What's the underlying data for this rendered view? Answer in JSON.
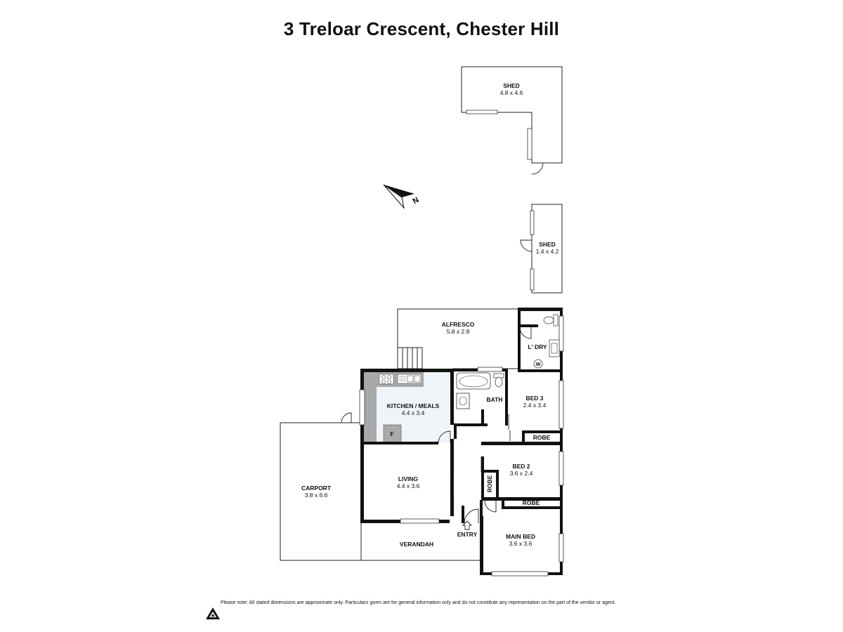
{
  "title": "3 Treloar Crescent, Chester Hill",
  "rooms": {
    "shed_large": {
      "name": "SHED",
      "dims": "4.8 x 4.6"
    },
    "shed_small": {
      "name": "SHED",
      "dims": "1.4 x 4.2"
    },
    "alfresco": {
      "name": "ALFRESCO",
      "dims": "5.8 x 2.8"
    },
    "laundry": {
      "name": "L' DRY"
    },
    "kitchen": {
      "name": "KITCHEN / MEALS",
      "dims": "4.4 x 3.4"
    },
    "bath": {
      "name": "BATH"
    },
    "bed3": {
      "name": "BED 3",
      "dims": "2.4 x 3.4"
    },
    "robe_bed3": {
      "name": "ROBE"
    },
    "living": {
      "name": "LIVING",
      "dims": "4.4 x 3.6"
    },
    "bed2": {
      "name": "BED 2",
      "dims": "3.6 x 2.4"
    },
    "robe_bed2": {
      "name": "ROBE"
    },
    "robe_main": {
      "name": "ROBE"
    },
    "main_bed": {
      "name": "MAIN BED",
      "dims": "3.6 x 3.6"
    },
    "carport": {
      "name": "CARPORT",
      "dims": "3.8 x 6.6"
    },
    "verandah": {
      "name": "VERANDAH"
    },
    "entry": {
      "name": "ENTRY"
    }
  },
  "fixtures": {
    "fridge": "F",
    "washer": "W"
  },
  "compass": {
    "label": "N",
    "icon": "north-arrow-icon"
  },
  "disclaimer": "Please note: All stated dimensions are approximate only. Particulars given are for general information only and do not constitute any representation on the part of the vendor or agent.",
  "colors": {
    "wall": "#111111",
    "kitchen_floor": "#eef4f8",
    "bench": "#a9a9a9"
  }
}
